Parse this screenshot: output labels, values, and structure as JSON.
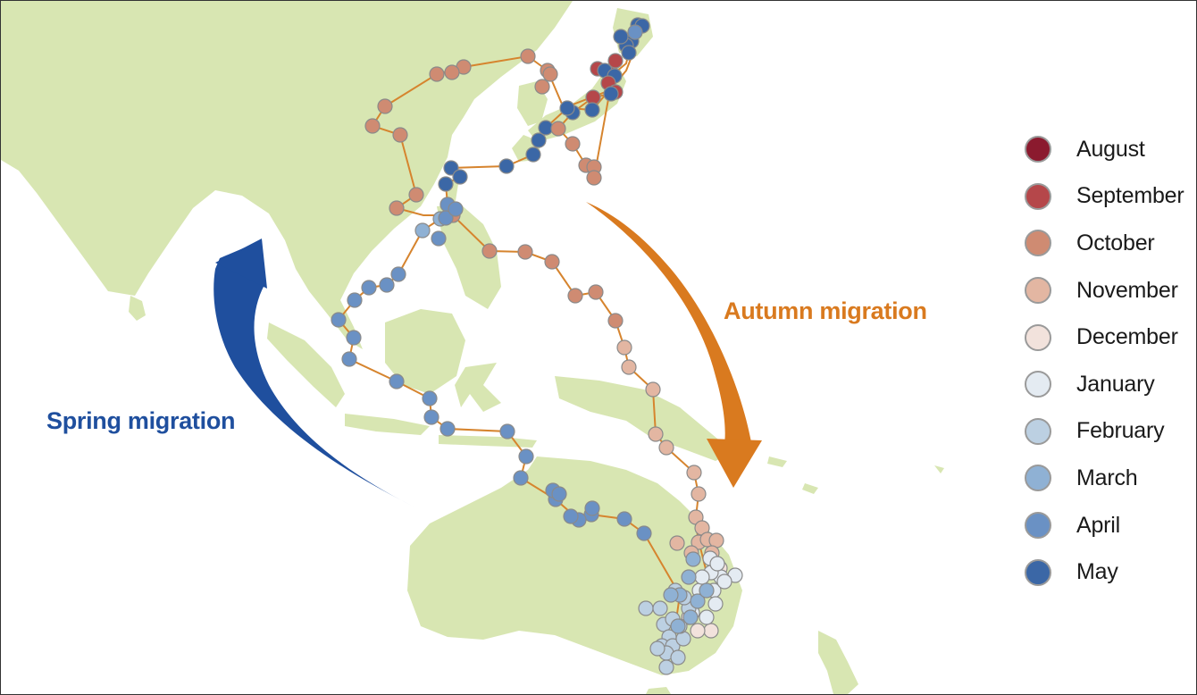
{
  "labels": {
    "spring": "Spring migration",
    "autumn": "Autumn migration"
  },
  "colors": {
    "land": "#d8e6b2",
    "route": "#d6842e",
    "spring_arrow": "#1f4f9e",
    "autumn_arrow": "#d97a1f"
  },
  "legend": [
    {
      "label": "August",
      "color": "#8b1a2e"
    },
    {
      "label": "September",
      "color": "#b5474a"
    },
    {
      "label": "October",
      "color": "#cf8b72"
    },
    {
      "label": "November",
      "color": "#e3b6a2"
    },
    {
      "label": "December",
      "color": "#f2e2dc"
    },
    {
      "label": "January",
      "color": "#e4ebf2"
    },
    {
      "label": "February",
      "color": "#bcd0e2"
    },
    {
      "label": "March",
      "color": "#8fb1d4"
    },
    {
      "label": "April",
      "color": "#6a91c4"
    },
    {
      "label": "May",
      "color": "#3b67a6"
    }
  ]
}
